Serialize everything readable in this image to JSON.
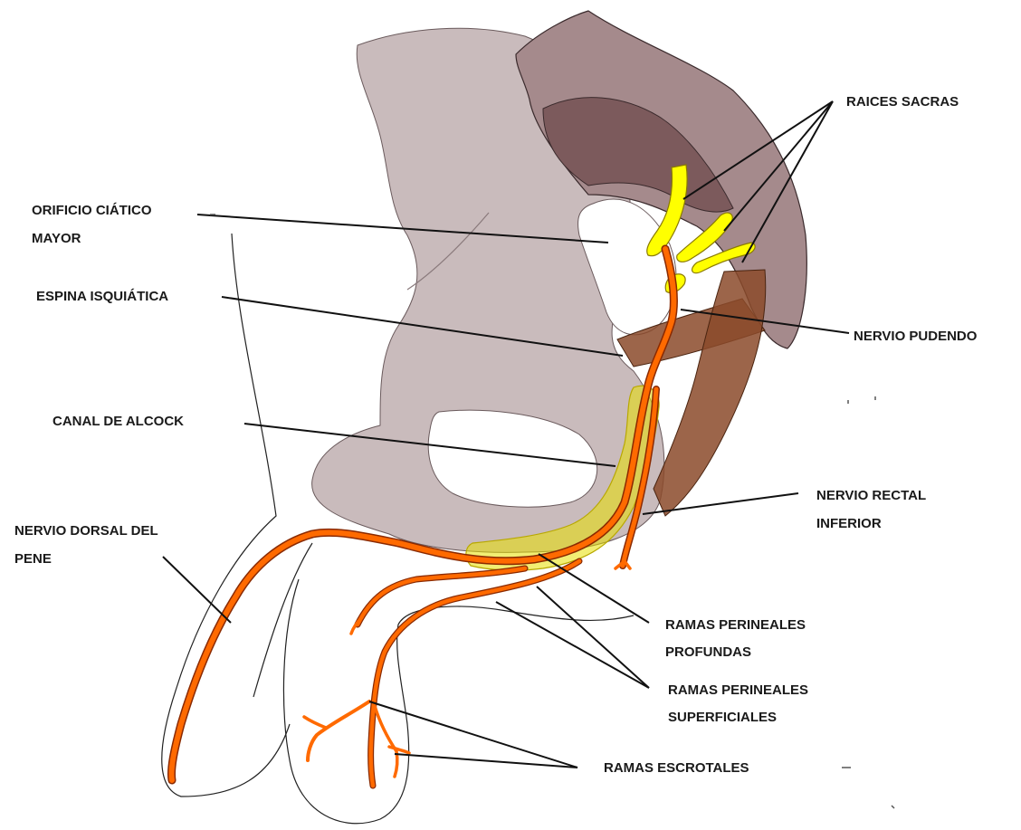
{
  "labels": {
    "raices_sacras": "RAICES SACRAS",
    "orificio_ciatico_line1": "ORIFICIO CIÁTICO",
    "orificio_ciatico_line2": "MAYOR",
    "espina_isquiatica": "ESPINA ISQUIÁTICA",
    "nervio_pudendo": "NERVIO PUDENDO",
    "canal_de_alcock": "CANAL DE ALCOCK",
    "nervio_rectal_line1": "NERVIO RECTAL",
    "nervio_rectal_line2": "INFERIOR",
    "nervio_dorsal_line1": "NERVIO DORSAL DEL",
    "nervio_dorsal_line2": "PENE",
    "ramas_profundas_line1": "RAMAS PERINEALES",
    "ramas_profundas_line2": "PROFUNDAS",
    "ramas_superficiales_line1": "RAMAS PERINEALES",
    "ramas_superficiales_line2": "SUPERFICIALES",
    "ramas_escrotales": "RAMAS ESCROTALES"
  },
  "colors": {
    "pelvis_bone": "#c9bbbc",
    "sacrum": "#a58a8c",
    "sacrum_shadow": "#7c5a5c",
    "ligament": "#8b4a2a",
    "nerve": "#ff6a00",
    "nerve_outline": "#8a2a00",
    "sacral_roots": "#ffff00",
    "alcock_canal": "#e8e000"
  }
}
